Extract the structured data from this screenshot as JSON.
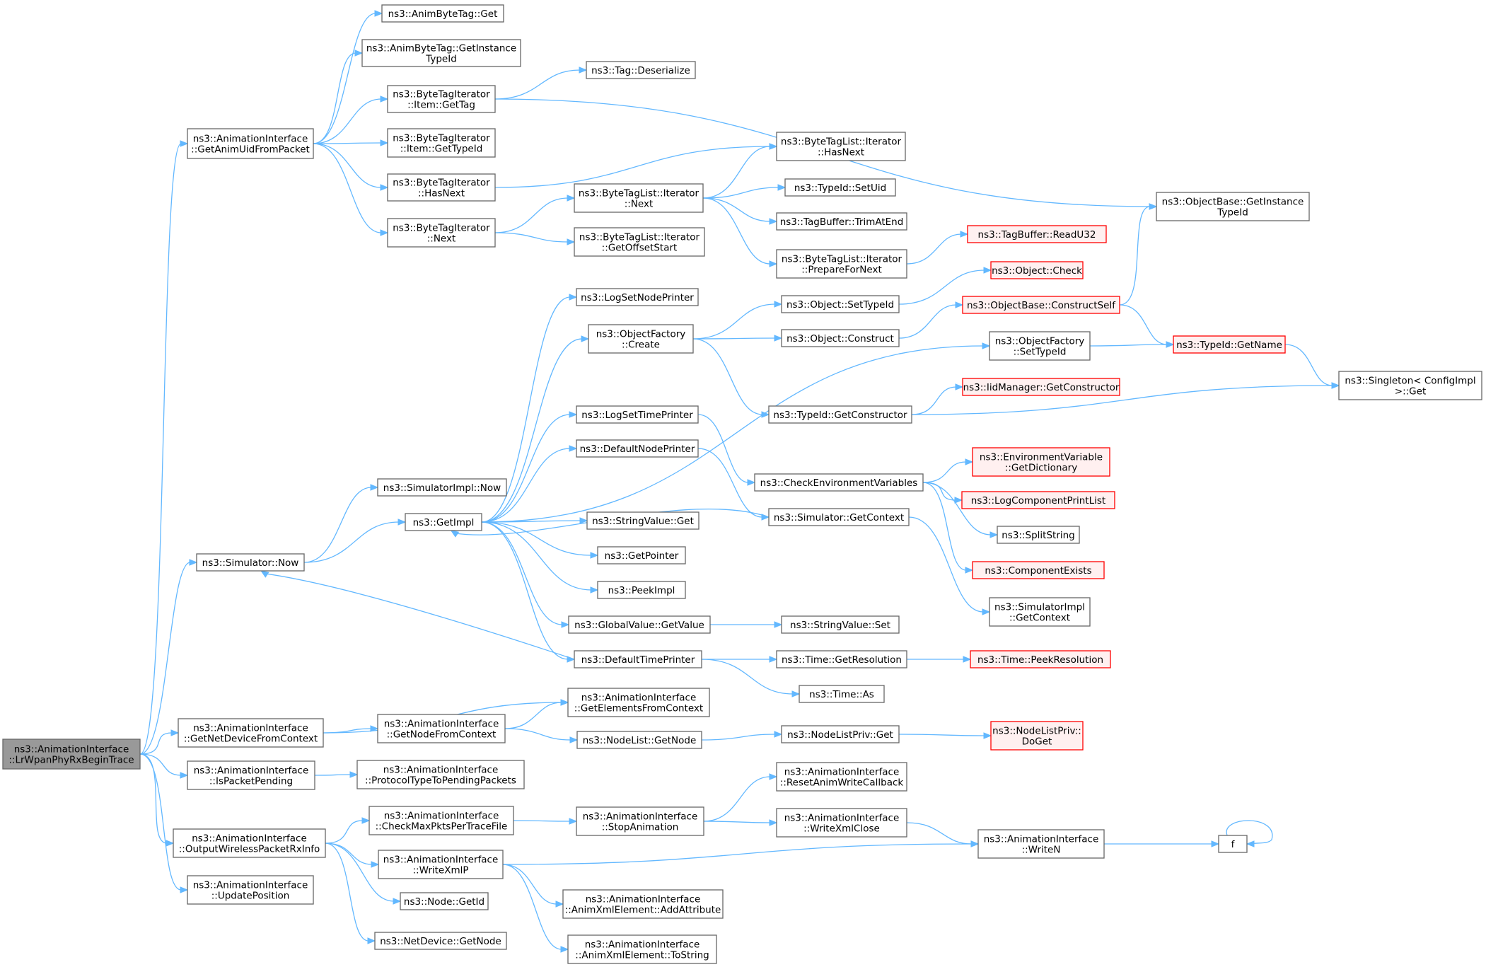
{
  "colors": {
    "edge": "#63b8ff",
    "root_fill": "#999999",
    "node_border": "#666666",
    "truncated_border": "#ff0000",
    "truncated_fill": "#fff0f0"
  },
  "nodes": [
    {
      "id": "root",
      "lines": [
        "ns3::AnimationInterface",
        "::LrWpanPhyRxBeginTrace"
      ],
      "style": "root"
    },
    {
      "id": "getAnimUid",
      "lines": [
        "ns3::AnimationInterface",
        "::GetAnimUidFromPacket"
      ]
    },
    {
      "id": "simNow",
      "lines": [
        "ns3::Simulator::Now"
      ]
    },
    {
      "id": "getNetDev",
      "lines": [
        "ns3::AnimationInterface",
        "::GetNetDeviceFromContext"
      ]
    },
    {
      "id": "isPending",
      "lines": [
        "ns3::AnimationInterface",
        "::IsPacketPending"
      ]
    },
    {
      "id": "outWireless",
      "lines": [
        "ns3::AnimationInterface",
        "::OutputWirelessPacketRxInfo"
      ]
    },
    {
      "id": "updatePos",
      "lines": [
        "ns3::AnimationInterface",
        "::UpdatePosition"
      ]
    },
    {
      "id": "abtGet",
      "lines": [
        "ns3::AnimByteTag::Get"
      ]
    },
    {
      "id": "abtGetInst",
      "lines": [
        "ns3::AnimByteTag::GetInstance",
        "TypeId"
      ]
    },
    {
      "id": "btiGetTag",
      "lines": [
        "ns3::ByteTagIterator",
        "::Item::GetTag"
      ]
    },
    {
      "id": "btiGetTypeId",
      "lines": [
        "ns3::ByteTagIterator",
        "::Item::GetTypeId"
      ]
    },
    {
      "id": "btiHasNext",
      "lines": [
        "ns3::ByteTagIterator",
        "::HasNext"
      ]
    },
    {
      "id": "btiNext",
      "lines": [
        "ns3::ByteTagIterator",
        "::Next"
      ]
    },
    {
      "id": "tagDeser",
      "lines": [
        "ns3::Tag::Deserialize"
      ]
    },
    {
      "id": "btlNext",
      "lines": [
        "ns3::ByteTagList::Iterator",
        "::Next"
      ]
    },
    {
      "id": "btlGetOff",
      "lines": [
        "ns3::ByteTagList::Iterator",
        "::GetOffsetStart"
      ]
    },
    {
      "id": "btlHasNext",
      "lines": [
        "ns3::ByteTagList::Iterator",
        "::HasNext"
      ]
    },
    {
      "id": "tidSetUid",
      "lines": [
        "ns3::TypeId::SetUid"
      ]
    },
    {
      "id": "tbTrim",
      "lines": [
        "ns3::TagBuffer::TrimAtEnd"
      ]
    },
    {
      "id": "btlPrep",
      "lines": [
        "ns3::ByteTagList::Iterator",
        "::PrepareForNext"
      ]
    },
    {
      "id": "tbRead",
      "lines": [
        "ns3::TagBuffer::ReadU32"
      ],
      "style": "red"
    },
    {
      "id": "obGetInst",
      "lines": [
        "ns3::ObjectBase::GetInstance",
        "TypeId"
      ]
    },
    {
      "id": "simImplNow",
      "lines": [
        "ns3::SimulatorImpl::Now"
      ]
    },
    {
      "id": "getImpl",
      "lines": [
        "ns3::GetImpl"
      ]
    },
    {
      "id": "logSetNode",
      "lines": [
        "ns3::LogSetNodePrinter"
      ]
    },
    {
      "id": "ofCreate",
      "lines": [
        "ns3::ObjectFactory",
        "::Create"
      ]
    },
    {
      "id": "logSetTime",
      "lines": [
        "ns3::LogSetTimePrinter"
      ]
    },
    {
      "id": "defNodePr",
      "lines": [
        "ns3::DefaultNodePrinter"
      ]
    },
    {
      "id": "svGet",
      "lines": [
        "ns3::StringValue::Get"
      ]
    },
    {
      "id": "getPointer",
      "lines": [
        "ns3::GetPointer"
      ]
    },
    {
      "id": "peekImpl",
      "lines": [
        "ns3::PeekImpl"
      ]
    },
    {
      "id": "gvGetValue",
      "lines": [
        "ns3::GlobalValue::GetValue"
      ]
    },
    {
      "id": "defTimePr",
      "lines": [
        "ns3::DefaultTimePrinter"
      ]
    },
    {
      "id": "objSetTid",
      "lines": [
        "ns3::Object::SetTypeId"
      ]
    },
    {
      "id": "objConstruct",
      "lines": [
        "ns3::Object::Construct"
      ]
    },
    {
      "id": "tidGetCons",
      "lines": [
        "ns3::TypeId::GetConstructor"
      ]
    },
    {
      "id": "checkEnv",
      "lines": [
        "ns3::CheckEnvironmentVariables"
      ]
    },
    {
      "id": "simGetCtx",
      "lines": [
        "ns3::Simulator::GetContext"
      ]
    },
    {
      "id": "svSet",
      "lines": [
        "ns3::StringValue::Set"
      ]
    },
    {
      "id": "timeGetRes",
      "lines": [
        "ns3::Time::GetResolution"
      ]
    },
    {
      "id": "timeAs",
      "lines": [
        "ns3::Time::As"
      ]
    },
    {
      "id": "objCheck",
      "lines": [
        "ns3::Object::Check"
      ],
      "style": "red"
    },
    {
      "id": "obConstSelf",
      "lines": [
        "ns3::ObjectBase::ConstructSelf"
      ],
      "style": "red"
    },
    {
      "id": "ofSetTid",
      "lines": [
        "ns3::ObjectFactory",
        "::SetTypeId"
      ]
    },
    {
      "id": "iidGetCons",
      "lines": [
        "ns3::IidManager::GetConstructor"
      ],
      "style": "red"
    },
    {
      "id": "envGetDict",
      "lines": [
        "ns3::EnvironmentVariable",
        "::GetDictionary"
      ],
      "style": "red"
    },
    {
      "id": "logCompPrint",
      "lines": [
        "ns3::LogComponentPrintList"
      ],
      "style": "red"
    },
    {
      "id": "splitString",
      "lines": [
        "ns3::SplitString"
      ]
    },
    {
      "id": "compExists",
      "lines": [
        "ns3::ComponentExists"
      ],
      "style": "red"
    },
    {
      "id": "simImplGetCtx",
      "lines": [
        "ns3::SimulatorImpl",
        "::GetContext"
      ]
    },
    {
      "id": "timePeekRes",
      "lines": [
        "ns3::Time::PeekResolution"
      ],
      "style": "red"
    },
    {
      "id": "tidGetName",
      "lines": [
        "ns3::TypeId::GetName"
      ],
      "style": "red"
    },
    {
      "id": "singletonGet",
      "lines": [
        "ns3::Singleton< ConfigImpl",
        ">::Get"
      ]
    },
    {
      "id": "getElems",
      "lines": [
        "ns3::AnimationInterface",
        "::GetElementsFromContext"
      ]
    },
    {
      "id": "getNodeCtx",
      "lines": [
        "ns3::AnimationInterface",
        "::GetNodeFromContext"
      ]
    },
    {
      "id": "nlGetNode",
      "lines": [
        "ns3::NodeList::GetNode"
      ]
    },
    {
      "id": "nlpGet",
      "lines": [
        "ns3::NodeListPriv::Get"
      ]
    },
    {
      "id": "nlpDoGet",
      "lines": [
        "ns3::NodeListPriv::",
        "DoGet"
      ],
      "style": "red"
    },
    {
      "id": "protoPending",
      "lines": [
        "ns3::AnimationInterface",
        "::ProtocolTypeToPendingPackets"
      ]
    },
    {
      "id": "checkMax",
      "lines": [
        "ns3::AnimationInterface",
        "::CheckMaxPktsPerTraceFile"
      ]
    },
    {
      "id": "writeXmlP",
      "lines": [
        "ns3::AnimationInterface",
        "::WriteXmlP"
      ]
    },
    {
      "id": "nodeGetId",
      "lines": [
        "ns3::Node::GetId"
      ]
    },
    {
      "id": "ndGetNode",
      "lines": [
        "ns3::NetDevice::GetNode"
      ]
    },
    {
      "id": "stopAnim",
      "lines": [
        "ns3::AnimationInterface",
        "::StopAnimation"
      ]
    },
    {
      "id": "resetAnim",
      "lines": [
        "ns3::AnimationInterface",
        "::ResetAnimWriteCallback"
      ]
    },
    {
      "id": "writeXmlClose",
      "lines": [
        "ns3::AnimationInterface",
        "::WriteXmlClose"
      ]
    },
    {
      "id": "writeN",
      "lines": [
        "ns3::AnimationInterface",
        "::WriteN"
      ]
    },
    {
      "id": "f",
      "lines": [
        "f"
      ]
    },
    {
      "id": "addAttr",
      "lines": [
        "ns3::AnimationInterface",
        "::AnimXmlElement::AddAttribute"
      ]
    },
    {
      "id": "toString",
      "lines": [
        "ns3::AnimationInterface",
        "::AnimXmlElement::ToString"
      ]
    }
  ],
  "edges": [
    [
      "root",
      "getAnimUid"
    ],
    [
      "root",
      "simNow"
    ],
    [
      "root",
      "getNetDev"
    ],
    [
      "root",
      "isPending"
    ],
    [
      "root",
      "outWireless"
    ],
    [
      "root",
      "updatePos"
    ],
    [
      "getAnimUid",
      "abtGet"
    ],
    [
      "getAnimUid",
      "abtGetInst"
    ],
    [
      "getAnimUid",
      "btiGetTag"
    ],
    [
      "getAnimUid",
      "btiGetTypeId"
    ],
    [
      "getAnimUid",
      "btiHasNext"
    ],
    [
      "getAnimUid",
      "btiNext"
    ],
    [
      "btiGetTag",
      "tagDeser"
    ],
    [
      "btiGetTag",
      "obGetInst"
    ],
    [
      "btiHasNext",
      "btlHasNext"
    ],
    [
      "btiNext",
      "btlNext"
    ],
    [
      "btiNext",
      "btlGetOff"
    ],
    [
      "btlNext",
      "btlHasNext"
    ],
    [
      "btlNext",
      "tidSetUid"
    ],
    [
      "btlNext",
      "tbTrim"
    ],
    [
      "btlNext",
      "btlPrep"
    ],
    [
      "btlPrep",
      "tbRead"
    ],
    [
      "simNow",
      "simImplNow"
    ],
    [
      "simNow",
      "getImpl"
    ],
    [
      "getImpl",
      "logSetNode"
    ],
    [
      "getImpl",
      "ofCreate"
    ],
    [
      "getImpl",
      "ofSetTid"
    ],
    [
      "getImpl",
      "logSetTime"
    ],
    [
      "getImpl",
      "defNodePr"
    ],
    [
      "getImpl",
      "svGet"
    ],
    [
      "getImpl",
      "getPointer"
    ],
    [
      "getImpl",
      "peekImpl"
    ],
    [
      "getImpl",
      "gvGetValue"
    ],
    [
      "getImpl",
      "defTimePr"
    ],
    [
      "ofCreate",
      "objSetTid"
    ],
    [
      "ofCreate",
      "objConstruct"
    ],
    [
      "ofCreate",
      "tidGetCons"
    ],
    [
      "objSetTid",
      "objCheck"
    ],
    [
      "objConstruct",
      "obConstSelf"
    ],
    [
      "obConstSelf",
      "obGetInst"
    ],
    [
      "obConstSelf",
      "tidGetName"
    ],
    [
      "ofSetTid",
      "tidGetName"
    ],
    [
      "tidGetName",
      "singletonGet"
    ],
    [
      "tidGetCons",
      "iidGetCons"
    ],
    [
      "tidGetCons",
      "singletonGet"
    ],
    [
      "logSetTime",
      "checkEnv"
    ],
    [
      "defNodePr",
      "simGetCtx"
    ],
    [
      "checkEnv",
      "envGetDict"
    ],
    [
      "checkEnv",
      "logCompPrint"
    ],
    [
      "checkEnv",
      "splitString"
    ],
    [
      "checkEnv",
      "compExists"
    ],
    [
      "simGetCtx",
      "getImpl"
    ],
    [
      "simGetCtx",
      "simImplGetCtx"
    ],
    [
      "gvGetValue",
      "svSet"
    ],
    [
      "defTimePr",
      "simNow"
    ],
    [
      "defTimePr",
      "timeGetRes"
    ],
    [
      "defTimePr",
      "timeAs"
    ],
    [
      "timeGetRes",
      "timePeekRes"
    ],
    [
      "getNetDev",
      "getElems"
    ],
    [
      "getNetDev",
      "getNodeCtx"
    ],
    [
      "getNodeCtx",
      "getElems"
    ],
    [
      "getNodeCtx",
      "nlGetNode"
    ],
    [
      "nlGetNode",
      "nlpGet"
    ],
    [
      "nlpGet",
      "nlpDoGet"
    ],
    [
      "isPending",
      "protoPending"
    ],
    [
      "outWireless",
      "checkMax"
    ],
    [
      "outWireless",
      "writeXmlP"
    ],
    [
      "outWireless",
      "nodeGetId"
    ],
    [
      "outWireless",
      "ndGetNode"
    ],
    [
      "checkMax",
      "stopAnim"
    ],
    [
      "stopAnim",
      "resetAnim"
    ],
    [
      "stopAnim",
      "writeXmlClose"
    ],
    [
      "writeXmlClose",
      "writeN"
    ],
    [
      "writeXmlP",
      "writeN"
    ],
    [
      "writeXmlP",
      "addAttr"
    ],
    [
      "writeXmlP",
      "toString"
    ],
    [
      "writeN",
      "f"
    ],
    [
      "f",
      "f"
    ]
  ]
}
